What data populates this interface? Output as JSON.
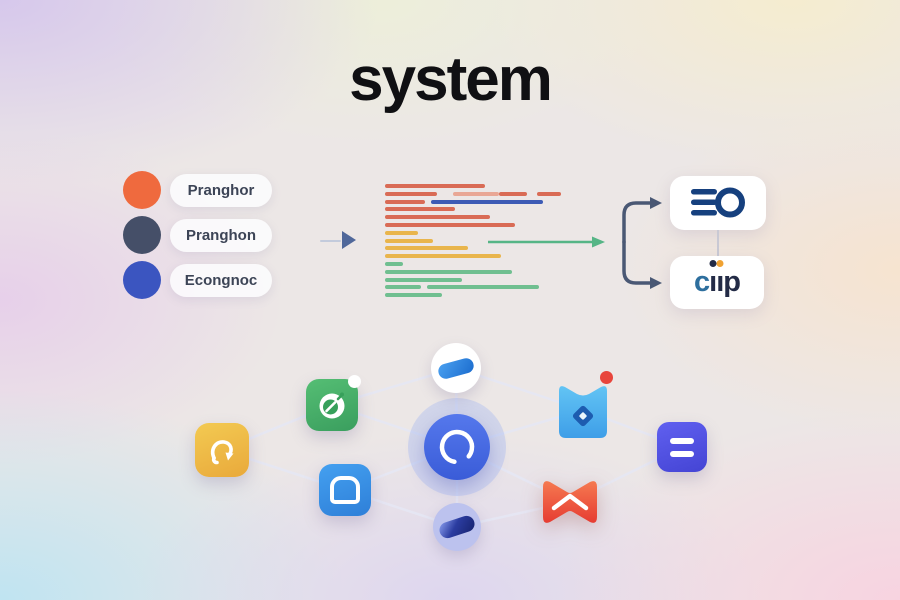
{
  "title": "system",
  "legend": {
    "items": [
      {
        "label": "Pranghor",
        "color": "#EF6A3E"
      },
      {
        "label": "Pranghon",
        "color": "#454F68"
      },
      {
        "label": "Econgnoc",
        "color": "#3B55C0"
      }
    ]
  },
  "code_visualization": {
    "palette": {
      "red": "#D96B55",
      "pale_red": "#E9A795",
      "blue": "#3D5BB5",
      "yellow": "#E9B54C",
      "green": "#70BF90"
    },
    "rows": [
      [
        {
          "c": "red",
          "w": 100
        }
      ],
      [
        {
          "c": "red",
          "w": 52
        },
        {
          "g": 16
        },
        {
          "c": "pale_red",
          "w": 46
        },
        {
          "c": "red",
          "w": 28
        },
        {
          "g": 10
        },
        {
          "c": "red",
          "w": 24
        }
      ],
      [
        {
          "c": "red",
          "w": 40
        },
        {
          "g": 6
        },
        {
          "c": "blue",
          "w": 112
        }
      ],
      [
        {
          "c": "red",
          "w": 70
        }
      ],
      [
        {
          "c": "red",
          "w": 105
        }
      ],
      [
        {
          "c": "red",
          "w": 130
        }
      ],
      [
        {
          "c": "yellow",
          "w": 33
        }
      ],
      [
        {
          "c": "yellow",
          "w": 48
        }
      ],
      [
        {
          "c": "yellow",
          "w": 83
        }
      ],
      [
        {
          "c": "yellow",
          "w": 116
        }
      ],
      [
        {
          "c": "green",
          "w": 18
        }
      ],
      [
        {
          "c": "green",
          "w": 127
        }
      ],
      [
        {
          "c": "green",
          "w": 77
        }
      ],
      [
        {
          "c": "green",
          "w": 36
        },
        {
          "g": 6
        },
        {
          "c": "green",
          "w": 112
        }
      ],
      [
        {
          "c": "green",
          "w": 57
        }
      ]
    ],
    "flow_arrow_color": "#56B586",
    "input_arrow_color": "#50689A"
  },
  "branch_connector": {
    "color": "#4A5874"
  },
  "output_cards": {
    "connector_color": "#C9C9D4",
    "card1": {
      "icon": "menu-ring-logo",
      "logo_color": "#16407E"
    },
    "card2": {
      "brand_text_c": "c",
      "brand_stem": "ı",
      "brand_text_p": "p",
      "c_color": "#2E6F9E",
      "letters_color": "#232B46",
      "dot1_color": "#232B46",
      "dot2_color": "#F0A232"
    }
  },
  "network": {
    "edge_color": "#E6E8F5",
    "hub": {
      "name": "loader-hub",
      "color_top": "#5578EC",
      "color_bottom": "#3A5CD8",
      "ring_color": "#FFFFFF"
    },
    "nodes": [
      {
        "name": "capsule-pill-white",
        "bg": "#FFFFFF",
        "accent": "#2E86E0"
      },
      {
        "name": "bug-app-green",
        "bg_top": "#55BE74",
        "bg_bottom": "#3A9E5E",
        "badge": "#FFFFFF",
        "glyph": "#37A05B"
      },
      {
        "name": "swirl-app-yellow",
        "bg_top": "#F3CA52",
        "bg_bottom": "#E9A93B",
        "glyph": "#FFFFFF"
      },
      {
        "name": "door-app-blue",
        "bg_top": "#44A0F0",
        "bg_bottom": "#2E7FD8",
        "glyph": "#FFFFFF"
      },
      {
        "name": "fox-app-skyblue",
        "bg_top": "#62C4F4",
        "bg_bottom": "#3E9EE8",
        "badge": "#E8453C",
        "diamond": "#1D5CB0"
      },
      {
        "name": "equals-app-indigo",
        "bg_top": "#6060F0",
        "bg_bottom": "#4444D4",
        "glyph": "#FFFFFF"
      },
      {
        "name": "bowtie-app-red",
        "bg_top": "#F57950",
        "bg_bottom": "#E63C32",
        "glyph": "#FFFFFF"
      },
      {
        "name": "capsule-app-lavender",
        "bg": "#BCC2EE",
        "accent": "#1B2C8C"
      }
    ]
  },
  "background": {
    "top_left": "#D5C6EC",
    "top_center": "#EDEFD9",
    "top_right": "#F6EDCD",
    "right": "#F8E3CC",
    "bottom_right": "#F8D2E0",
    "bottom_center": "#DCD4F0",
    "bottom_left": "#BDE4F2",
    "left": "#E6CDEA"
  }
}
